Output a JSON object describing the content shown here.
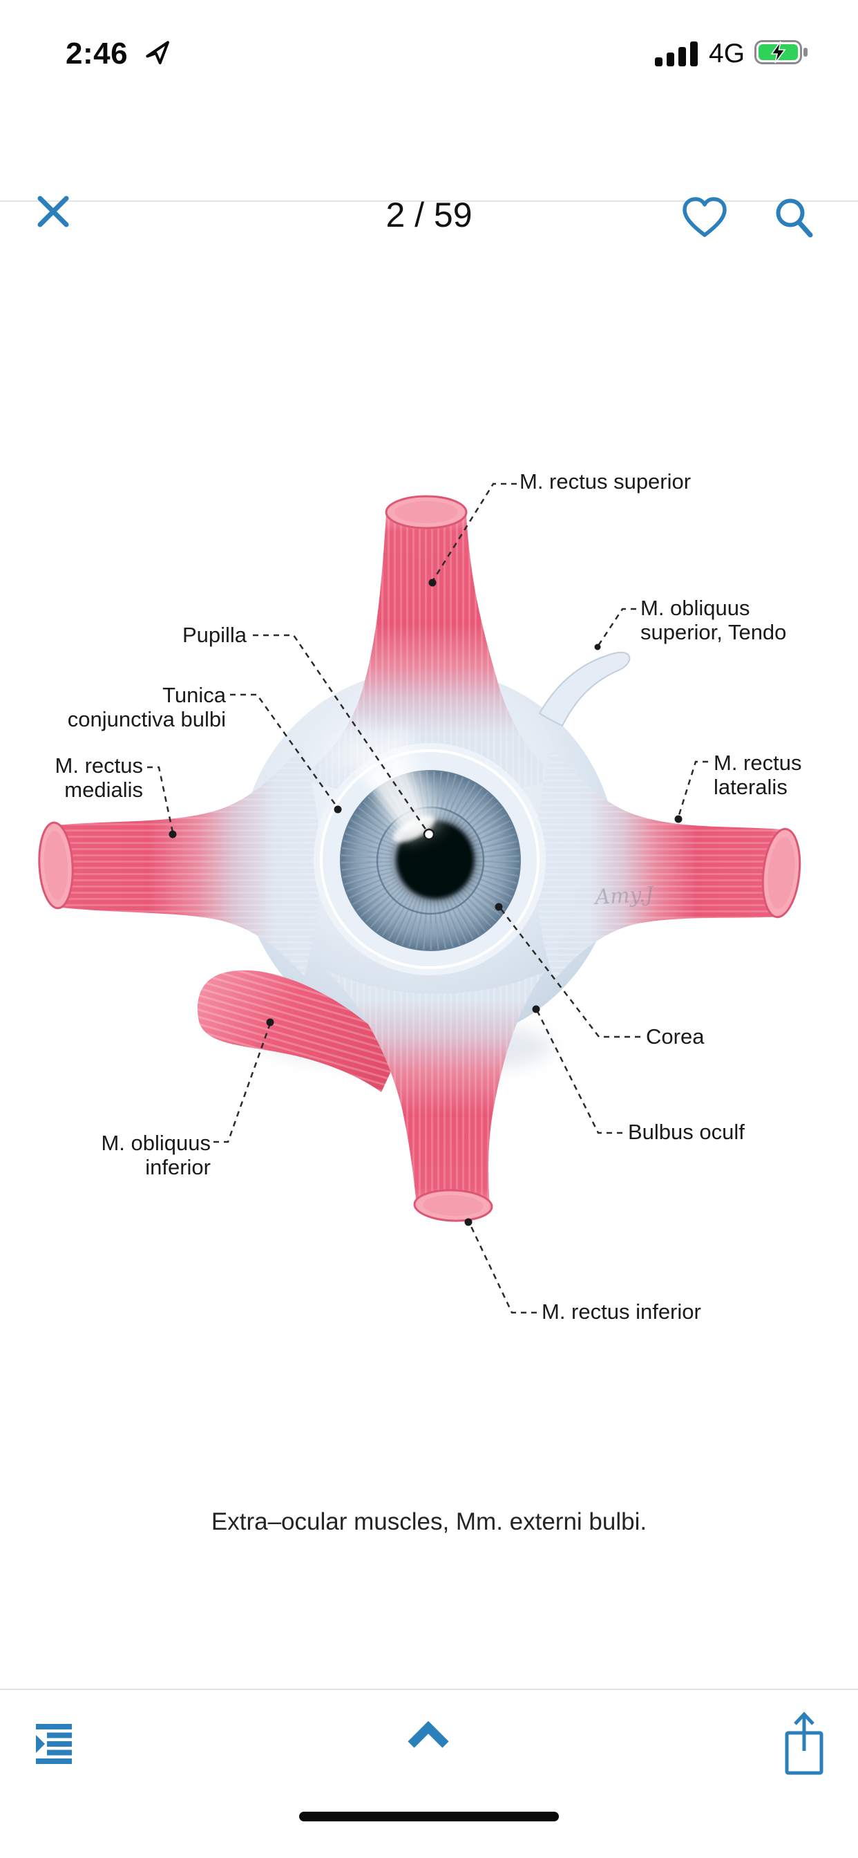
{
  "status_bar": {
    "time": "2:46",
    "network": "4G"
  },
  "nav_bar": {
    "page_indicator": "2 / 59"
  },
  "figure": {
    "watermark": "Amy.J",
    "caption": "Extra–ocular muscles, Mm. externi bulbi.",
    "labels": {
      "rectus_superior": "M. rectus superior",
      "obliquus_superior_l1": "M. obliquus",
      "obliquus_superior_l2": "superior, Tendo",
      "pupilla": "Pupilla",
      "tunica_l1": "Tunica",
      "tunica_l2": "conjunctiva bulbi",
      "rectus_medialis_l1": "M. rectus",
      "rectus_medialis_l2": "medialis",
      "rectus_lateralis_l1": "M. rectus",
      "rectus_lateralis_l2": "lateralis",
      "corea": "Corea",
      "bulbus_oculi": "Bulbus oculf",
      "obliquus_inferior_l1": "M. obliquus",
      "obliquus_inferior_l2": "inferior",
      "rectus_inferior": "M. rectus inferior"
    }
  },
  "colors": {
    "accent_blue": "#2b7fba",
    "muscle_pink": "#eb5f7c",
    "battery_green": "#30d158",
    "sclera_blue": "#dfe8f2"
  }
}
